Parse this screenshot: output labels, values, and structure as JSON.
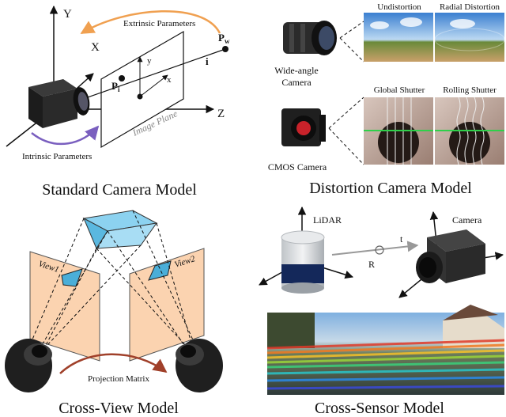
{
  "captions": {
    "standard": "Standard Camera Model",
    "distortion": "Distortion Camera Model",
    "cross_view": "Cross-View Model",
    "cross_sensor": "Cross-Sensor Model"
  },
  "standard": {
    "axis_y": "Y",
    "axis_x": "X",
    "axis_z": "Z",
    "extrinsic": "Extrinsic Parameters",
    "intrinsic": "Intrinsic Parameters",
    "image_plane": "Image Plane",
    "pw": "P",
    "pw_sub": "w",
    "pi": "P",
    "pi_sub": "i",
    "i_label": "i",
    "x_small": "x",
    "y_small": "y"
  },
  "distortion": {
    "undistortion": "Undistortion",
    "radial": "Radial Distortion",
    "wide_angle_1": "Wide-angle",
    "wide_angle_2": "Camera",
    "global_shutter": "Global Shutter",
    "rolling_shutter": "Rolling Shutter",
    "cmos": "CMOS Camera"
  },
  "cross_view": {
    "view1": "View1",
    "view2": "View2",
    "projection": "Projection Matrix"
  },
  "cross_sensor": {
    "lidar": "LiDAR",
    "camera": "Camera",
    "t": "t",
    "r": "R"
  },
  "colors": {
    "orange_arrow": "#f0a050",
    "purple_arrow": "#7a5fbf",
    "plane_fill": "#fbd3b0",
    "cyan": "#6ec6e8",
    "dark_red_arrow": "#a0402a"
  }
}
